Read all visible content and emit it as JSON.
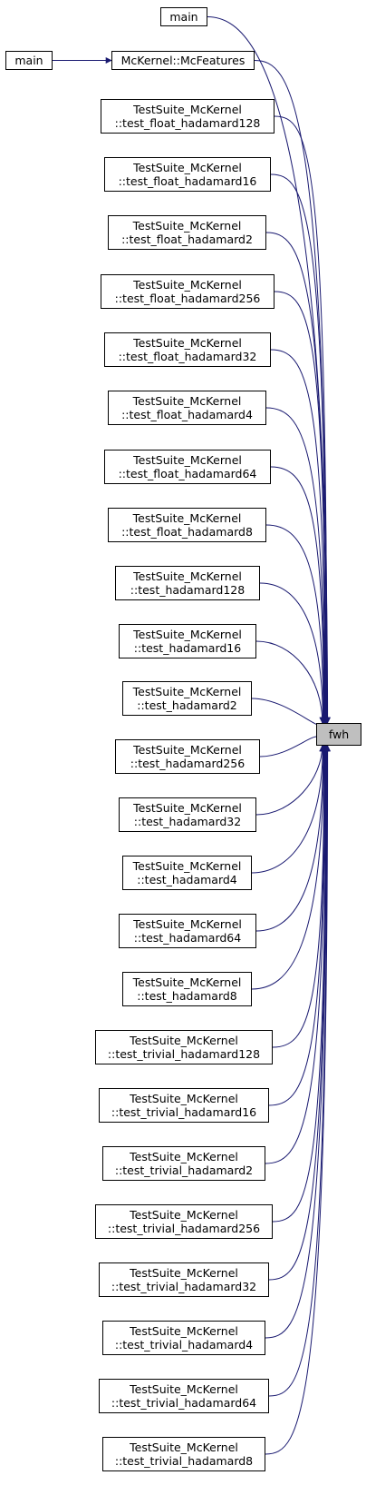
{
  "colors": {
    "edge": "#191970",
    "target_fill": "#bfbfbf",
    "node_border": "#000000"
  },
  "target": {
    "label": "fwh"
  },
  "nodes": [
    {
      "id": "main_top",
      "lines": [
        "main"
      ]
    },
    {
      "id": "main_left",
      "lines": [
        "main"
      ]
    },
    {
      "id": "mcfeatures",
      "lines": [
        "McKernel::McFeatures"
      ]
    },
    {
      "id": "tfh128",
      "lines": [
        "TestSuite_McKernel",
        "::test_float_hadamard128"
      ]
    },
    {
      "id": "tfh16",
      "lines": [
        "TestSuite_McKernel",
        "::test_float_hadamard16"
      ]
    },
    {
      "id": "tfh2",
      "lines": [
        "TestSuite_McKernel",
        "::test_float_hadamard2"
      ]
    },
    {
      "id": "tfh256",
      "lines": [
        "TestSuite_McKernel",
        "::test_float_hadamard256"
      ]
    },
    {
      "id": "tfh32",
      "lines": [
        "TestSuite_McKernel",
        "::test_float_hadamard32"
      ]
    },
    {
      "id": "tfh4",
      "lines": [
        "TestSuite_McKernel",
        "::test_float_hadamard4"
      ]
    },
    {
      "id": "tfh64",
      "lines": [
        "TestSuite_McKernel",
        "::test_float_hadamard64"
      ]
    },
    {
      "id": "tfh8",
      "lines": [
        "TestSuite_McKernel",
        "::test_float_hadamard8"
      ]
    },
    {
      "id": "th128",
      "lines": [
        "TestSuite_McKernel",
        "::test_hadamard128"
      ]
    },
    {
      "id": "th16",
      "lines": [
        "TestSuite_McKernel",
        "::test_hadamard16"
      ]
    },
    {
      "id": "th2",
      "lines": [
        "TestSuite_McKernel",
        "::test_hadamard2"
      ]
    },
    {
      "id": "th256",
      "lines": [
        "TestSuite_McKernel",
        "::test_hadamard256"
      ]
    },
    {
      "id": "th32",
      "lines": [
        "TestSuite_McKernel",
        "::test_hadamard32"
      ]
    },
    {
      "id": "th4",
      "lines": [
        "TestSuite_McKernel",
        "::test_hadamard4"
      ]
    },
    {
      "id": "th64",
      "lines": [
        "TestSuite_McKernel",
        "::test_hadamard64"
      ]
    },
    {
      "id": "th8",
      "lines": [
        "TestSuite_McKernel",
        "::test_hadamard8"
      ]
    },
    {
      "id": "tth128",
      "lines": [
        "TestSuite_McKernel",
        "::test_trivial_hadamard128"
      ]
    },
    {
      "id": "tth16",
      "lines": [
        "TestSuite_McKernel",
        "::test_trivial_hadamard16"
      ]
    },
    {
      "id": "tth2",
      "lines": [
        "TestSuite_McKernel",
        "::test_trivial_hadamard2"
      ]
    },
    {
      "id": "tth256",
      "lines": [
        "TestSuite_McKernel",
        "::test_trivial_hadamard256"
      ]
    },
    {
      "id": "tth32",
      "lines": [
        "TestSuite_McKernel",
        "::test_trivial_hadamard32"
      ]
    },
    {
      "id": "tth4",
      "lines": [
        "TestSuite_McKernel",
        "::test_trivial_hadamard4"
      ]
    },
    {
      "id": "tth64",
      "lines": [
        "TestSuite_McKernel",
        "::test_trivial_hadamard64"
      ]
    },
    {
      "id": "tth8",
      "lines": [
        "TestSuite_McKernel",
        "::test_trivial_hadamard8"
      ]
    }
  ],
  "edges": [
    {
      "from": "main_left",
      "to": "mcfeatures"
    },
    {
      "from": "main_top",
      "to": "fwh"
    },
    {
      "from": "mcfeatures",
      "to": "fwh"
    },
    {
      "from": "tfh128",
      "to": "fwh"
    },
    {
      "from": "tfh16",
      "to": "fwh"
    },
    {
      "from": "tfh2",
      "to": "fwh"
    },
    {
      "from": "tfh256",
      "to": "fwh"
    },
    {
      "from": "tfh32",
      "to": "fwh"
    },
    {
      "from": "tfh4",
      "to": "fwh"
    },
    {
      "from": "tfh64",
      "to": "fwh"
    },
    {
      "from": "tfh8",
      "to": "fwh"
    },
    {
      "from": "th128",
      "to": "fwh"
    },
    {
      "from": "th16",
      "to": "fwh"
    },
    {
      "from": "th2",
      "to": "fwh"
    },
    {
      "from": "th256",
      "to": "fwh"
    },
    {
      "from": "th32",
      "to": "fwh"
    },
    {
      "from": "th4",
      "to": "fwh"
    },
    {
      "from": "th64",
      "to": "fwh"
    },
    {
      "from": "th8",
      "to": "fwh"
    },
    {
      "from": "tth128",
      "to": "fwh"
    },
    {
      "from": "tth16",
      "to": "fwh"
    },
    {
      "from": "tth2",
      "to": "fwh"
    },
    {
      "from": "tth256",
      "to": "fwh"
    },
    {
      "from": "tth32",
      "to": "fwh"
    },
    {
      "from": "tth4",
      "to": "fwh"
    },
    {
      "from": "tth64",
      "to": "fwh"
    },
    {
      "from": "tth8",
      "to": "fwh"
    }
  ]
}
